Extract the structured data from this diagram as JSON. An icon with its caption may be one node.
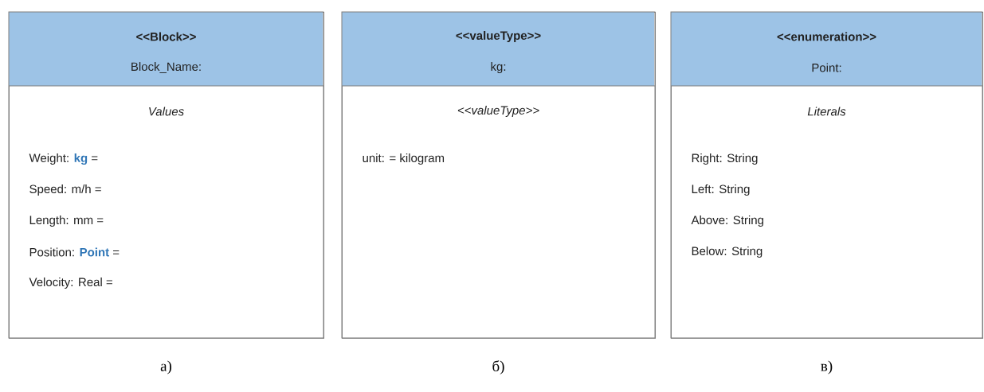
{
  "diagram": {
    "nodes": [
      {
        "text": [
          "<<Block>>",
          "Block_Name:",
          "Values",
          "Weight: **kg** =",
          "Speed: m/h =",
          "Length: mm =",
          "Position: **Point** =",
          "Velocity: Real ="
        ],
        "beside": [
          "а)"
        ]
      },
      {
        "text": [
          "<<valueType>>",
          "kg:",
          "<<valueType>>",
          "unit: = kilogram"
        ],
        "beside": [
          "б)"
        ]
      },
      {
        "text": [
          "<<enumeration>>",
          "Point:",
          "Literals",
          "Right: String",
          "Left: String",
          "Above: String",
          "Below: String"
        ],
        "beside": [
          "в)"
        ]
      }
    ]
  }
}
